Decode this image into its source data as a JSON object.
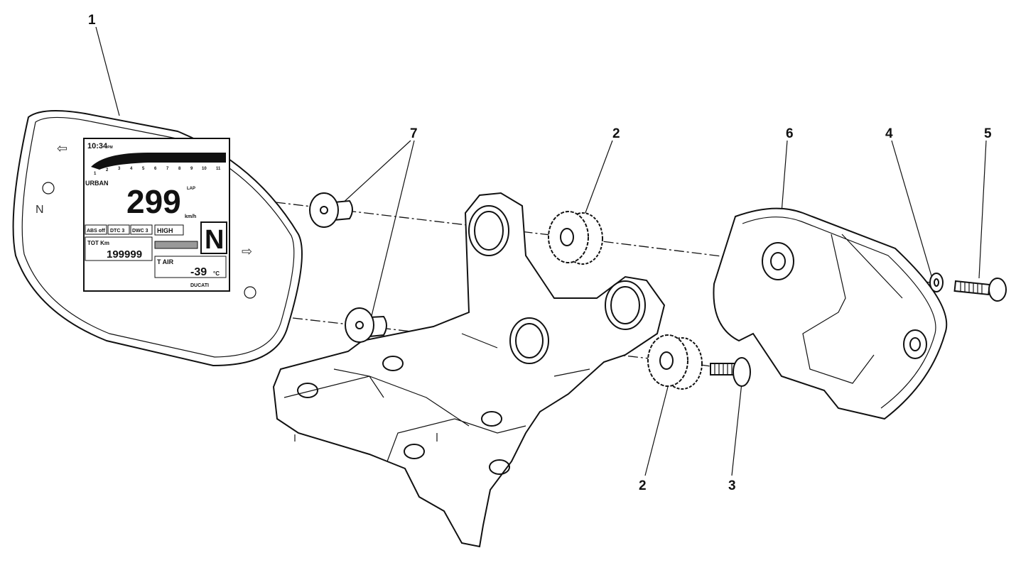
{
  "callouts": {
    "c1": "1",
    "c7": "7",
    "c2_top": "2",
    "c6": "6",
    "c4": "4",
    "c5": "5",
    "c2_bottom": "2",
    "c3": "3"
  },
  "dashboard": {
    "clock": "10:34",
    "clock_suffix": "PM",
    "riding_mode": "URBAN",
    "speed": "299",
    "speed_unit": "km/h",
    "lap": "LAP",
    "gear": "N",
    "abs": "ABS off",
    "dtc": "DTC 3",
    "dwc": "DWC 3",
    "odometer_label": "TOT Km",
    "odometer": "199999",
    "beam": "HIGH",
    "air_label": "T AIR",
    "air_temp": "-39",
    "temp_unit": "°C",
    "brand": "DUCATI",
    "rpm_ticks": [
      "1",
      "2",
      "3",
      "4",
      "5",
      "6",
      "7",
      "8",
      "9",
      "10",
      "11"
    ]
  }
}
